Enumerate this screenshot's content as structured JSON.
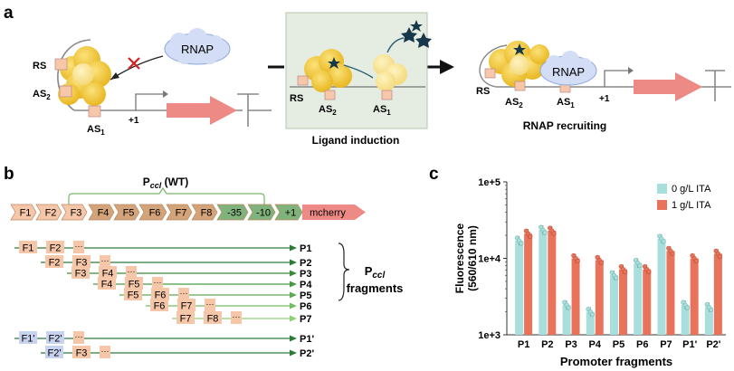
{
  "panel_a": {
    "label": "a",
    "left": {
      "rs": "RS",
      "as2": "AS",
      "as2_sub": "2",
      "as1": "AS",
      "as1_sub": "1",
      "rnap": "RNAP",
      "tss": "+1"
    },
    "middle": {
      "rs": "RS",
      "as2": "AS",
      "as2_sub": "2",
      "as1": "AS",
      "as1_sub": "1",
      "caption": "Ligand induction"
    },
    "right": {
      "rs": "RS",
      "as2": "AS",
      "as2_sub": "2",
      "as1": "AS",
      "as1_sub": "1",
      "rnap": "RNAP",
      "tss": "+1",
      "caption": "RNAP recruiting"
    }
  },
  "panel_b": {
    "label": "b",
    "wt_label": "P",
    "wt_sub": "ccl",
    "wt_suffix": " (WT)",
    "promoter_boxes": [
      "F1",
      "F2",
      "F3",
      "F4",
      "F5",
      "F6",
      "F7",
      "F8",
      "-35",
      "-10",
      "+1"
    ],
    "reporter": "mcherry",
    "fragments": [
      {
        "name": "P1",
        "parts": [
          "F1",
          "F2"
        ]
      },
      {
        "name": "P2",
        "parts": [
          "F2",
          "F3"
        ]
      },
      {
        "name": "P3",
        "parts": [
          "F3",
          "F4"
        ]
      },
      {
        "name": "P4",
        "parts": [
          "F4",
          "F5"
        ]
      },
      {
        "name": "P5",
        "parts": [
          "F5",
          "F6"
        ]
      },
      {
        "name": "P6",
        "parts": [
          "F6",
          "F7"
        ]
      },
      {
        "name": "P7",
        "parts": [
          "F7",
          "F8"
        ]
      },
      {
        "name": "P1'",
        "parts": [
          "F1'",
          "F2'"
        ]
      },
      {
        "name": "P2'",
        "parts": [
          "F2'",
          "F3"
        ]
      }
    ],
    "ellipsis": "···",
    "brace_label_p": "P",
    "brace_label_sub": "ccl",
    "brace_label_2": "fragments"
  },
  "panel_c": {
    "label": "c",
    "chart_data": {
      "type": "bar",
      "title": "",
      "xlabel": "Promoter fragments",
      "ylabel": "Fluorescence",
      "ylabel2": "(560/610 nm)",
      "yscale": "log",
      "ylim": [
        1000,
        100000
      ],
      "yticks": [
        "1e+3",
        "1e+4",
        "1e+5"
      ],
      "categories": [
        "P1",
        "P2",
        "P3",
        "P4",
        "P5",
        "P6",
        "P7",
        "P1'",
        "P2'"
      ],
      "series": [
        {
          "name": "0 g/L ITA",
          "color": "#a8dedb",
          "values": [
            17000,
            23500,
            2450,
            2000,
            6000,
            8700,
            18000,
            2450,
            2300
          ]
        },
        {
          "name": "1 g/L ITA",
          "color": "#e8735a",
          "values": [
            21000,
            23000,
            10000,
            9500,
            7200,
            7200,
            12500,
            10000,
            11500
          ]
        }
      ],
      "legend_position": "top-right"
    }
  }
}
